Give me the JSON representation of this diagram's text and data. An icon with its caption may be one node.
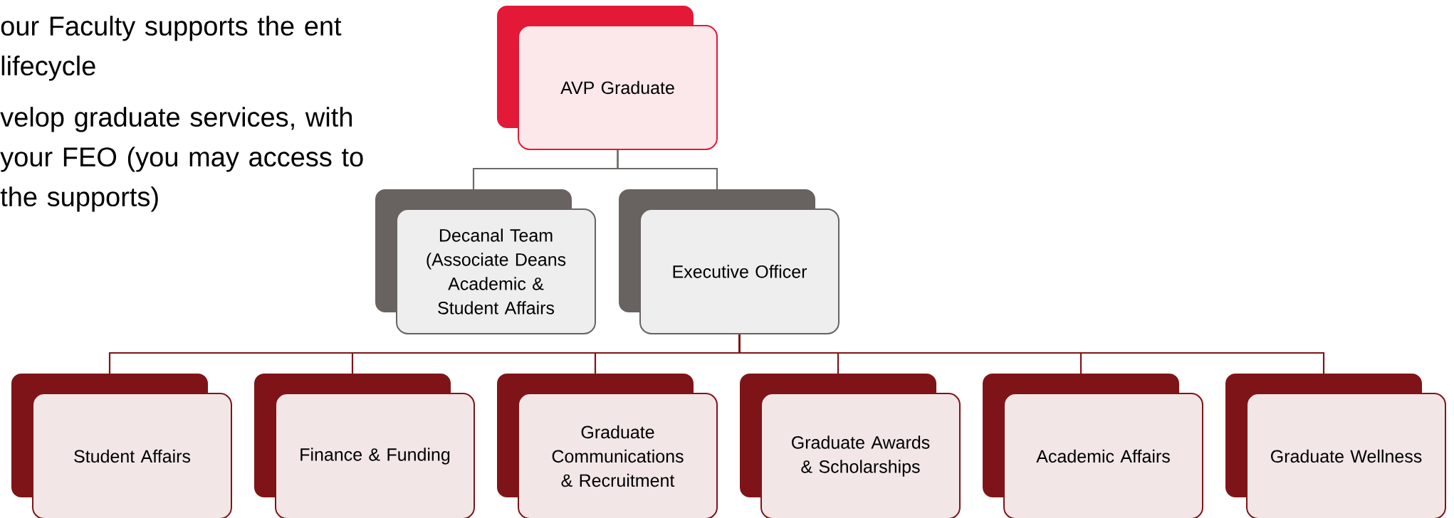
{
  "diagram": {
    "nodes": [
      {
        "text": [
          "AVP Graduate"
        ]
      },
      {
        "text": [
          "Decanal Team (Associate Deans Academic & Student Affairs"
        ]
      },
      {
        "text": [
          "Executive Officer"
        ]
      },
      {
        "text": [
          "Student Affairs"
        ]
      },
      {
        "text": [
          "Finance & Funding"
        ]
      },
      {
        "text": [
          "Graduate Communications & Recruitment"
        ]
      },
      {
        "text": [
          "Graduate Awards & Scholarships"
        ]
      },
      {
        "text": [
          "Academic Affairs"
        ]
      },
      {
        "text": [
          "Graduate Wellness"
        ]
      }
    ],
    "edges": [
      {
        "from": 0,
        "to": 1,
        "arrow": "none"
      },
      {
        "from": 0,
        "to": 2,
        "arrow": "none"
      },
      {
        "from": 2,
        "to": 3,
        "arrow": "none",
        "color": "#7f1418"
      },
      {
        "from": 2,
        "to": 4,
        "arrow": "none",
        "color": "#7f1418"
      },
      {
        "from": 2,
        "to": 5,
        "arrow": "none",
        "color": "#7f1418"
      },
      {
        "from": 2,
        "to": 6,
        "arrow": "none",
        "color": "#7f1418"
      },
      {
        "from": 2,
        "to": 7,
        "arrow": "none",
        "color": "#7f1418"
      },
      {
        "from": 2,
        "to": 8,
        "arrow": "none",
        "color": "#7f1418"
      }
    ],
    "labels": [
      "our Faculty supports the ent lifecycle",
      "velop graduate services, with your FEO (you may access to the supports)"
    ]
  }
}
